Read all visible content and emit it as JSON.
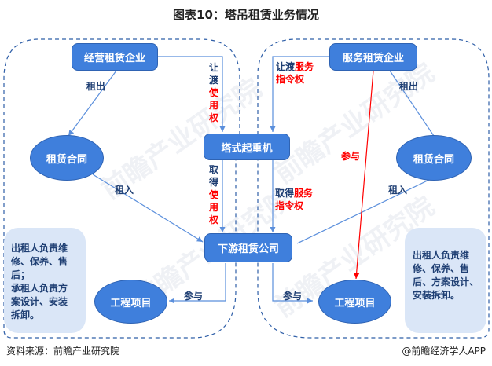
{
  "title": "图表10：塔吊租赁业务情况",
  "nodes": {
    "operating_lessor": "经营租赁企业",
    "service_lessor": "服务租赁企业",
    "tower_crane": "塔式起重机",
    "downstream_lessor": "下游租赁公司",
    "lease_contract_left": "租赁合同",
    "lease_contract_right": "租赁合同",
    "project_left": "工程项目",
    "project_right": "工程项目"
  },
  "edge_labels": {
    "lease_out_left": "租出",
    "lease_out_right": "租出",
    "lease_in_left": "租入",
    "lease_in_right": "租入",
    "transfer_use_right_prefix": "让渡",
    "transfer_use_right_red": "使用权",
    "obtain_use_right_prefix": "取得",
    "obtain_use_right_red": "使用权",
    "transfer_service_prefix": "让渡",
    "transfer_service_red_1": "服务",
    "transfer_service_red_2": "指令权",
    "obtain_service_prefix": "取得",
    "obtain_service_red_1": "服务",
    "obtain_service_red_2": "指令权",
    "participate_left": "参与",
    "participate_right": "参与",
    "participate_red": "参与"
  },
  "notes": {
    "left": [
      "出租人负责维",
      "修、保养、售",
      "后；",
      "承租人负责方",
      "案设计、安装",
      "拆卸。"
    ],
    "right": [
      "出租人负责维",
      "修、保养、售",
      "后、方案设计、",
      "安装拆卸。"
    ]
  },
  "footer": {
    "source": "资料来源：前瞻产业研究院",
    "brand": "@前瞻经济学人APP"
  },
  "watermark": "前瞻产业研究院",
  "colors": {
    "node_fill": "#3f7fdc",
    "note_fill": "#dae6f7",
    "arrow": "#5b8fdc",
    "highlight": "#ff0000",
    "dashed_border": "#2f5fa8"
  }
}
